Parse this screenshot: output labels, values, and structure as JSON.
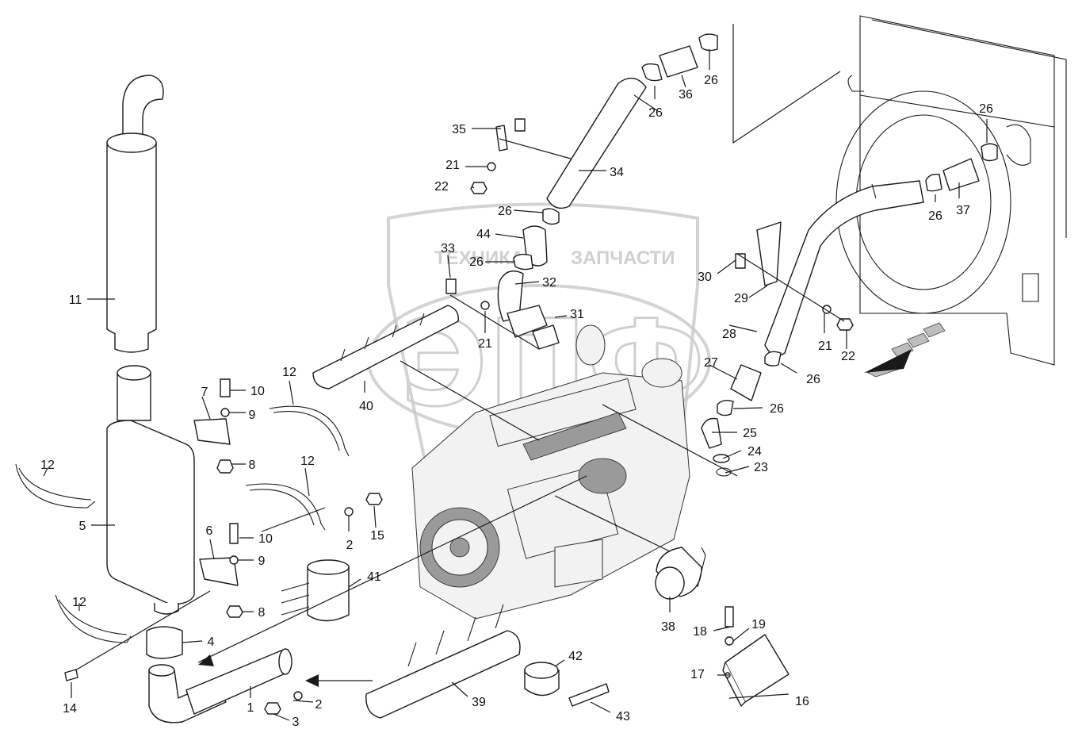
{
  "watermark": {
    "text_left": "ТЕХНИКА",
    "text_right": "ЗАПЧАСТИ",
    "logo_letters": "ЭПФ"
  },
  "callouts": [
    {
      "id": "c1",
      "label": "1"
    },
    {
      "id": "c2a",
      "label": "2"
    },
    {
      "id": "c2b",
      "label": "2"
    },
    {
      "id": "c3",
      "label": "3"
    },
    {
      "id": "c4",
      "label": "4"
    },
    {
      "id": "c5",
      "label": "5"
    },
    {
      "id": "c6",
      "label": "6"
    },
    {
      "id": "c7",
      "label": "7"
    },
    {
      "id": "c8a",
      "label": "8"
    },
    {
      "id": "c8b",
      "label": "8"
    },
    {
      "id": "c9a",
      "label": "9"
    },
    {
      "id": "c9b",
      "label": "9"
    },
    {
      "id": "c10a",
      "label": "10"
    },
    {
      "id": "c10b",
      "label": "10"
    },
    {
      "id": "c11",
      "label": "11"
    },
    {
      "id": "c12a",
      "label": "12"
    },
    {
      "id": "c12b",
      "label": "12"
    },
    {
      "id": "c12c",
      "label": "12"
    },
    {
      "id": "c12d",
      "label": "12"
    },
    {
      "id": "c14",
      "label": "14"
    },
    {
      "id": "c15",
      "label": "15"
    },
    {
      "id": "c16",
      "label": "16"
    },
    {
      "id": "c17",
      "label": "17"
    },
    {
      "id": "c18",
      "label": "18"
    },
    {
      "id": "c19",
      "label": "19"
    },
    {
      "id": "c21a",
      "label": "21"
    },
    {
      "id": "c21b",
      "label": "21"
    },
    {
      "id": "c21c",
      "label": "21"
    },
    {
      "id": "c22a",
      "label": "22"
    },
    {
      "id": "c22b",
      "label": "22"
    },
    {
      "id": "c23",
      "label": "23"
    },
    {
      "id": "c24",
      "label": "24"
    },
    {
      "id": "c25",
      "label": "25"
    },
    {
      "id": "c26a",
      "label": "26"
    },
    {
      "id": "c26b",
      "label": "26"
    },
    {
      "id": "c26c",
      "label": "26"
    },
    {
      "id": "c26d",
      "label": "26"
    },
    {
      "id": "c26e",
      "label": "26"
    },
    {
      "id": "c26f",
      "label": "26"
    },
    {
      "id": "c26g",
      "label": "26"
    },
    {
      "id": "c26h",
      "label": "26"
    },
    {
      "id": "c27",
      "label": "27"
    },
    {
      "id": "c28",
      "label": "28"
    },
    {
      "id": "c29",
      "label": "29"
    },
    {
      "id": "c30",
      "label": "30"
    },
    {
      "id": "c31",
      "label": "31"
    },
    {
      "id": "c32",
      "label": "32"
    },
    {
      "id": "c33",
      "label": "33"
    },
    {
      "id": "c34",
      "label": "34"
    },
    {
      "id": "c35",
      "label": "35"
    },
    {
      "id": "c36",
      "label": "36"
    },
    {
      "id": "c37",
      "label": "37"
    },
    {
      "id": "c38",
      "label": "38"
    },
    {
      "id": "c39",
      "label": "39"
    },
    {
      "id": "c40",
      "label": "40"
    },
    {
      "id": "c41",
      "label": "41"
    },
    {
      "id": "c42",
      "label": "42"
    },
    {
      "id": "c43",
      "label": "43"
    },
    {
      "id": "c44",
      "label": "44"
    }
  ]
}
